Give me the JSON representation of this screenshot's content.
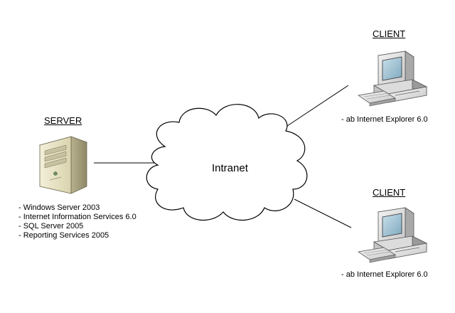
{
  "server": {
    "heading": "SERVER",
    "specs": [
      "- Windows Server 2003",
      "- Internet Information Services 6.0",
      "- SQL Server 2005",
      "- Reporting Services 2005"
    ]
  },
  "network": {
    "label": "Intranet"
  },
  "clients": [
    {
      "heading": "CLIENT",
      "note": "- ab Internet Explorer 6.0"
    },
    {
      "heading": "CLIENT",
      "note": "- ab Internet Explorer 6.0"
    }
  ],
  "colors": {
    "line": "#000000",
    "cloud_fill": "#ffffff",
    "server_body": "#e7e2c4",
    "monitor_body": "#e4e4e4",
    "screen_fill": "#9fc3d6"
  },
  "icons": [
    "server-tower-icon",
    "desktop-computer-icon",
    "cloud-icon"
  ]
}
